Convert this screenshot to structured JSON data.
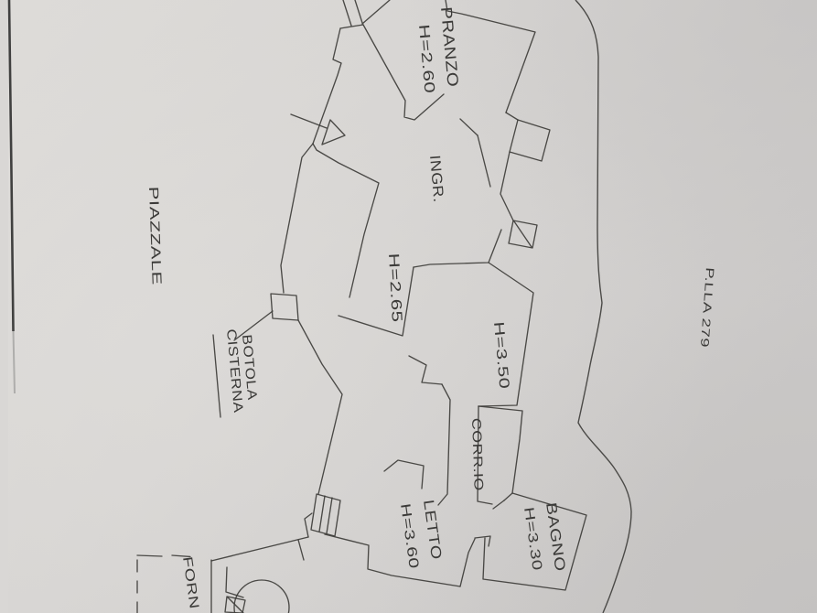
{
  "labels": {
    "pranzo": "PRANZO",
    "pranzo_height": "H=2.60",
    "ingresso": "INGR.",
    "height_265": "H=2.65",
    "height_350": "H=3.50",
    "corridoio": "CORR.IO",
    "letto": "LETTO",
    "letto_height": "H=3.60",
    "bagno": "BAGNO",
    "bagno_height": "H=3.30",
    "piazzale": "PIAZZALE",
    "botola": "BOTOLA",
    "cisterna": "CISTERNA",
    "parcel": "P.LLA 279",
    "forno": "FORN"
  },
  "colors": {
    "paper": "#d7d5d3",
    "ink": "#3e3d3a",
    "paper_edge": "#222222"
  }
}
